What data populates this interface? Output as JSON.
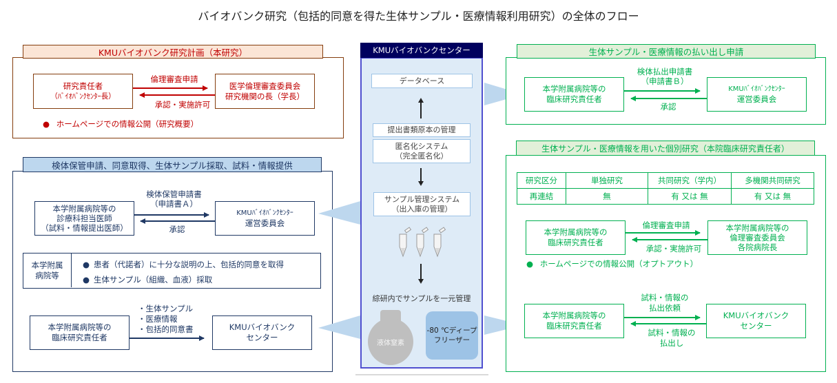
{
  "title": "バイオバンク研究（包括的同意を得た生体サンプル・医療情報利用研究）の全体のフロー",
  "plan_panel": {
    "header": "KMUバイオバンク研究計画（本研究）",
    "left_box": [
      "研究責任者",
      "（ﾊﾞｲｵﾊﾞﾝｸｾﾝﾀｰ長）"
    ],
    "right_box": [
      "医学倫理審査委員会",
      "研究機関の長（学長）"
    ],
    "arrow_right_label": "倫理審査申請",
    "arrow_left_label": "承認・実施許可",
    "note": "ホームページでの情報公開（研究概要）",
    "colors": {
      "border": "#843c0c",
      "text": "#c00000",
      "header_bg": "#fbe5d6"
    }
  },
  "storage_panel": {
    "header": "検体保管申請、同意取得、生体サンプル採取、試料・情報提供",
    "top_left_box": [
      "本学附属病院等の",
      "診療科担当医師",
      "（試料・情報提出医師）"
    ],
    "top_right_box": [
      "KMUﾊﾞｲｵﾊﾞﾝｸｾﾝﾀｰ",
      "運営委員会"
    ],
    "top_arrow_right_label": [
      "検体保管申請書",
      "（申請書Ａ）"
    ],
    "top_arrow_left_label": "承認",
    "hospital_label": [
      "本学附属",
      "病院等"
    ],
    "hospital_items": [
      "患者（代諾者）に十分な説明の上、包括的同意を取得",
      "生体サンプル（組織、血液）採取"
    ],
    "bottom_left_box": [
      "本学附属病院等の",
      "臨床研究責任者"
    ],
    "bottom_right_box": [
      "KMUバイオバンク",
      "センター"
    ],
    "bottom_arrow_labels": [
      "・生体サンプル",
      "・医療情報",
      "・包括的同意書"
    ],
    "colors": {
      "border": "#1f3864",
      "header_bg": "#bdd7ee"
    }
  },
  "center": {
    "header": "KMUバイオバンクセンター",
    "database": "データベース",
    "documents": "提出書類原本の管理",
    "anonymization": [
      "匿名化システム",
      "（完全匿名化）"
    ],
    "sample_system": [
      "サンプル管理システム",
      "（出入庫の管理）"
    ],
    "tubes_icon": "sample-tubes-icon",
    "central_management": "綜研内でサンプルを一元管理",
    "liquid_nitrogen": "液体窒素",
    "freezer": [
      "-80 ℃ディープ",
      "フリーザー"
    ],
    "colors": {
      "header_bg": "#00005e",
      "body_bg": "#deebf7",
      "border": "#4f4fcf",
      "freezer": "#9dc3e6",
      "nitrogen": "#bfbfbf"
    }
  },
  "release_panel": {
    "header": "生体サンプル・医療情報の払い出し申請",
    "left_box": [
      "本学附属病院等の",
      "臨床研究責任者"
    ],
    "right_box": [
      "KMUﾊﾞｲｵﾊﾞﾝｸｾﾝﾀｰ",
      "運営委員会"
    ],
    "arrow_right_label": [
      "検体払出申請書",
      "（申請書Ｂ）"
    ],
    "arrow_left_label": "承認",
    "colors": {
      "border": "#00b050",
      "header_bg": "#e2f0d9"
    }
  },
  "individual_panel": {
    "header": "生体サンプル・医療情報を用いた個別研究（本院臨床研究責任者）",
    "table": {
      "rows": [
        [
          "研究区分",
          "単独研究",
          "共同研究（学内）",
          "多機関共同研究"
        ],
        [
          "再連結",
          "無",
          "有 又は 無",
          "有 又は 無"
        ]
      ]
    },
    "ethics_left_box": [
      "本学附属病院等の",
      "臨床研究責任者"
    ],
    "ethics_right_box": [
      "本学附属病院等の",
      "倫理審査委員会",
      "各院病院長"
    ],
    "ethics_arrow_right_label": "倫理審査申請",
    "ethics_arrow_left_label": "承認・実施許可",
    "note": "ホームページでの情報公開（オプトアウト）",
    "release_left_box": [
      "本学附属病院等の",
      "臨床研究責任者"
    ],
    "release_right_box": [
      "KMUバイオバンク",
      "センター"
    ],
    "release_arrow_right_label": [
      "試料・情報の",
      "払出依頼"
    ],
    "release_arrow_left_label": [
      "試料・情報の",
      "払出し"
    ]
  }
}
